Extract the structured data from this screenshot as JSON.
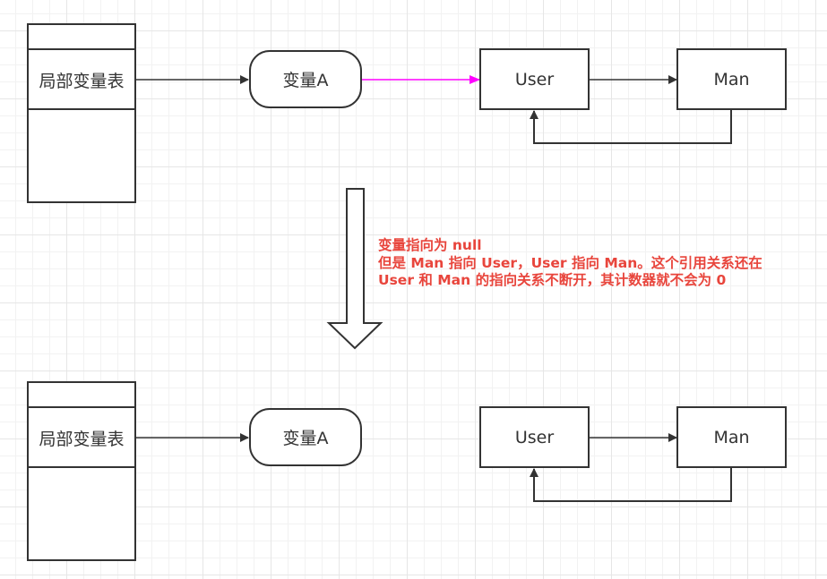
{
  "colors": {
    "stroke": "#333333",
    "highlight_arrow": "#ff00ff",
    "note_text": "#e8453c",
    "grid_minor": "#f2f2f2",
    "grid_major": "#e6e6e6"
  },
  "top_scene": {
    "stack_label": "局部变量表",
    "variable_label": "变量A",
    "user_label": "User",
    "man_label": "Man",
    "variable_to_user_arrow": "highlighted"
  },
  "transition": {
    "arrow": "down-arrow",
    "note_lines": [
      "变量指向为 null",
      "但是 Man 指向 User，User 指向 Man。这个引用关系还在",
      "User 和 Man 的指向关系不断开，其计数器就不会为 0"
    ]
  },
  "bottom_scene": {
    "stack_label": "局部变量表",
    "variable_label": "变量A",
    "user_label": "User",
    "man_label": "Man"
  }
}
